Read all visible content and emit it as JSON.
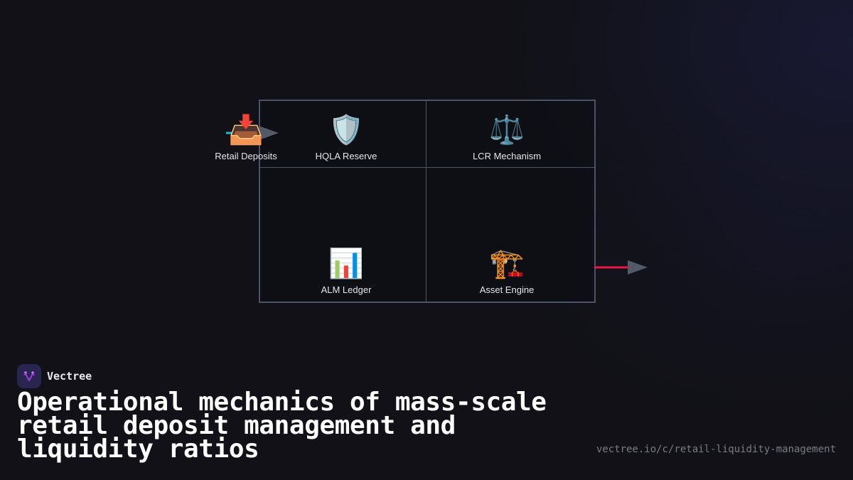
{
  "diagram": {
    "nodes": [
      {
        "id": "retail-deposits",
        "label": "Retail Deposits",
        "icon": "inbox-tray-icon",
        "glyph": "📥"
      },
      {
        "id": "hqla-reserve",
        "label": "HQLA Reserve",
        "icon": "shield-icon",
        "glyph": "🛡️"
      },
      {
        "id": "lcr-mechanism",
        "label": "LCR Mechanism",
        "icon": "balance-scale-icon",
        "glyph": "⚖️"
      },
      {
        "id": "alm-ledger",
        "label": "ALM Ledger",
        "icon": "bar-chart-icon",
        "glyph": "📊"
      },
      {
        "id": "asset-engine",
        "label": "Asset Engine",
        "icon": "construction-crane-icon",
        "glyph": "🏗️"
      }
    ],
    "edges": [
      {
        "from": "retail-deposits",
        "to": "hqla-reserve",
        "color": "#22b8e0"
      },
      {
        "from": "asset-engine",
        "to": "external",
        "color": "#e8174a"
      }
    ],
    "colors": {
      "border": "#4a5466",
      "arrowhead": "#525a6a",
      "inflow": "#22b8e0",
      "outflow": "#e8174a"
    }
  },
  "brand": {
    "name": "Vectree",
    "logo": "vectree-logo-icon",
    "accent": "#9a3fd6"
  },
  "title": "Operational mechanics of mass-scale retail deposit management and liquidity ratios",
  "url": "vectree.io/c/retail-liquidity-management"
}
